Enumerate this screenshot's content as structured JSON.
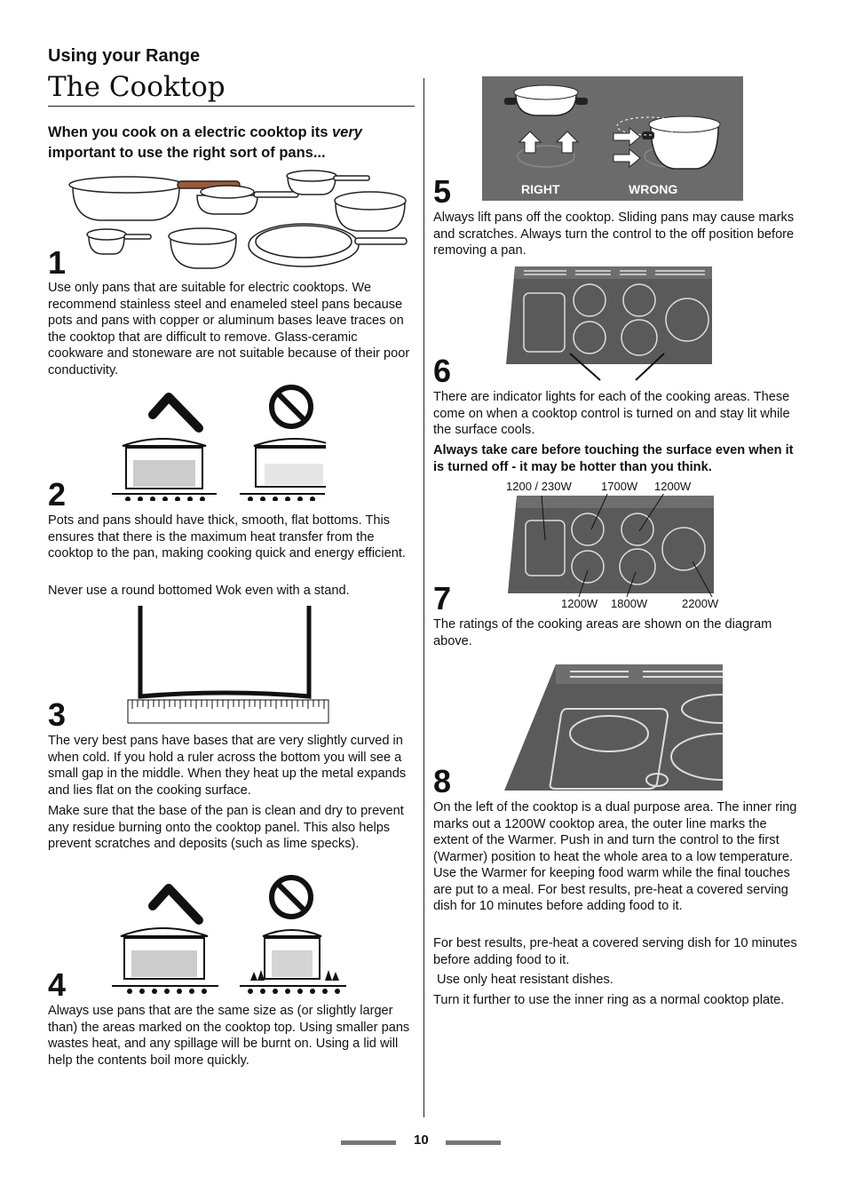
{
  "header": {
    "section": "Using your Range",
    "title": "The Cooktop"
  },
  "lead": {
    "prefix": "When you cook on a electric cooktop its ",
    "emph": "very",
    "suffix": "important to use the right sort of pans..."
  },
  "steps": [
    {
      "num": "1",
      "paras": [
        "Use only pans that are suitable for electric cooktops. We recommend stainless steel and enameled steel pans because pots and pans with copper or aluminum bases leave traces on the cooktop that are difficult to remove. Glass-ceramic cookware and stoneware are not suitable because of their poor conductivity."
      ]
    },
    {
      "num": "2",
      "paras": [
        "Pots and pans should have thick, smooth, flat bottoms. This ensures that there is the maximum heat transfer from the cooktop to the pan, making cooking quick and energy efficient.",
        "Never use a round bottomed Wok even with a stand."
      ]
    },
    {
      "num": "3",
      "paras": [
        "The very best pans have bases that are very slightly curved in when cold. If you hold a ruler across the bottom you will see a small gap in the middle. When they heat up the metal expands and lies flat on the cooking surface.",
        "Make sure that the base of the pan is clean and dry to prevent any residue burning onto the cooktop panel. This also helps prevent scratches and deposits (such as lime specks)."
      ]
    },
    {
      "num": "4",
      "paras": [
        "Always use pans that are the same size as (or slightly larger than) the areas marked on the cooktop top. Using smaller pans wastes heat, and any spillage will be burnt on. Using a lid will help the contents boil more quickly."
      ]
    },
    {
      "num": "5",
      "paras": [
        "Always lift pans off the cooktop. Sliding pans may cause marks and scratches. Always turn the control to the off position before removing a pan."
      ],
      "labels": {
        "right": "RIGHT",
        "wrong": "WRONG"
      }
    },
    {
      "num": "6",
      "paras": [
        "There are indicator lights for each of the cooking areas. These come on when a cooktop control is turned on and stay lit while the surface cools."
      ],
      "warning": "Always take care before touching the surface even when it is turned off - it may be hotter than you think."
    },
    {
      "num": "7",
      "paras": [
        "The ratings of the cooking areas are shown on the diagram above."
      ],
      "ratings": {
        "r1": "1200 / 230W",
        "r2": "1700W",
        "r3": "1200W",
        "r4": "1200W",
        "r5": "1800W",
        "r6": "2200W"
      }
    },
    {
      "num": "8",
      "paras": [
        "On the left of the cooktop is a dual purpose area. The inner ring marks out a 1200W cooktop area, the outer line marks the extent of the Warmer. Push in and turn the control to the first (Warmer) position to heat the whole area to a low temperature. Use the Warmer for keeping food warm while the final touches are put to a meal. For best results, pre-heat a covered serving dish for 10 minutes before adding food to it.",
        "For best results, pre-heat a covered serving dish for 10 minutes before adding food to it.",
        " Use only heat resistant dishes.",
        "Turn it further to use the inner ring as a normal cooktop plate."
      ]
    }
  ],
  "footer": {
    "page": "10"
  },
  "colors": {
    "cooktop": "#5a5a5a",
    "panel": "#6b6b6b",
    "rule": "#222222",
    "footer_bar": "#777777"
  }
}
